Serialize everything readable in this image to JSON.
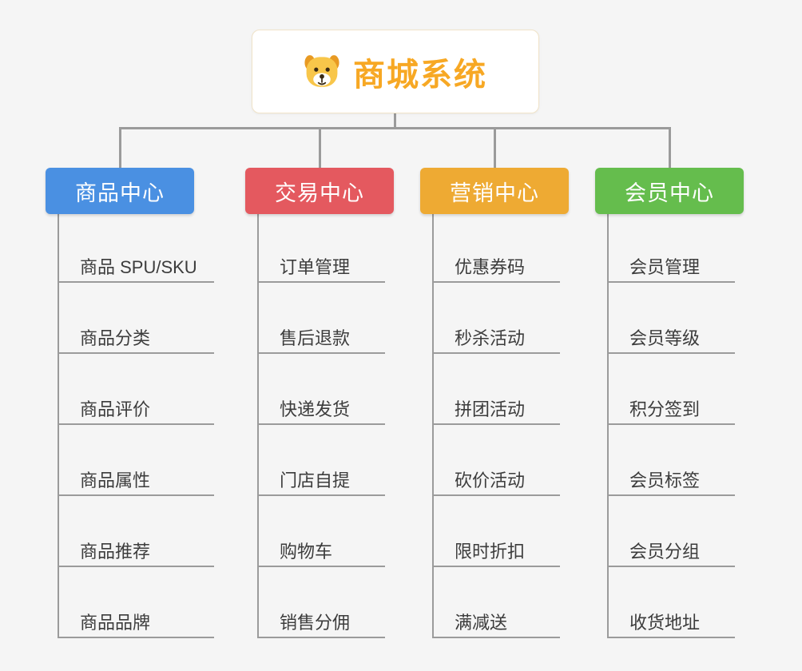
{
  "root": {
    "title": "商城系统",
    "icon": "dog-face-icon"
  },
  "branches": [
    {
      "label": "商品中心",
      "color": "#4a90e2",
      "children": [
        "商品 SPU/SKU",
        "商品分类",
        "商品评价",
        "商品属性",
        "商品推荐",
        "商品品牌"
      ]
    },
    {
      "label": "交易中心",
      "color": "#e4595f",
      "children": [
        "订单管理",
        "售后退款",
        "快递发货",
        "门店自提",
        "购物车",
        "销售分佣"
      ]
    },
    {
      "label": "营销中心",
      "color": "#eeaa33",
      "children": [
        "优惠券码",
        "秒杀活动",
        "拼团活动",
        "砍价活动",
        "限时折扣",
        "满减送"
      ]
    },
    {
      "label": "会员中心",
      "color": "#65bd4d",
      "children": [
        "会员管理",
        "会员等级",
        "积分签到",
        "会员标签",
        "会员分组",
        "收货地址"
      ]
    }
  ],
  "colors": {
    "background": "#f5f5f5",
    "connector": "#9b9b9b",
    "root_title": "#f7a824",
    "child_text": "#3c3c3c",
    "root_border": "#f0e3c8"
  }
}
